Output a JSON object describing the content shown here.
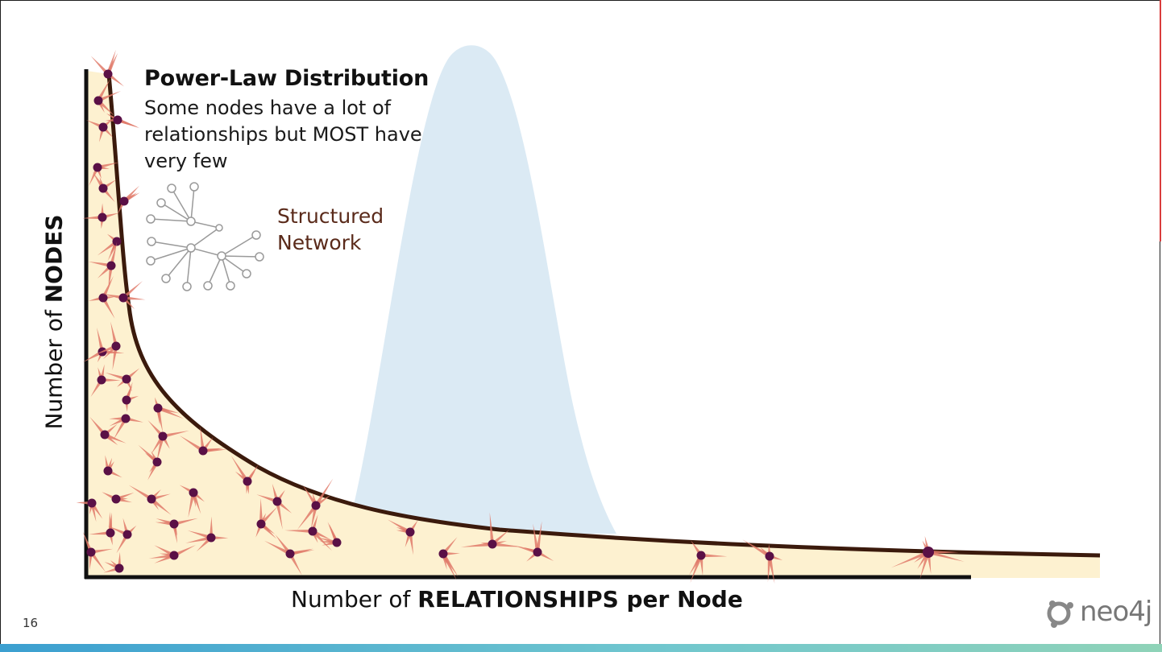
{
  "slide": {
    "title": "Power-Law Distribution",
    "description": "Some nodes have a lot of relationships but MOST have very few",
    "structured_label_line1": "Structured",
    "structured_label_line2": "Network",
    "y_axis_label_plain": "Number of ",
    "y_axis_label_bold": "NODES",
    "x_axis_label_plain": "Number of ",
    "x_axis_label_bold": "RELATIONSHIPS per Node",
    "page_number": "16",
    "logo_text": "neo4j"
  },
  "colors": {
    "fill": "#fdf1d0",
    "curve": "#3b1a0c",
    "bell": "#dbeaf4",
    "node": "#5a1046",
    "spike": "#e07a6a",
    "network": "#9a9a9a"
  },
  "icons": [
    "neo4j-logo-icon",
    "tree-network-icon"
  ]
}
